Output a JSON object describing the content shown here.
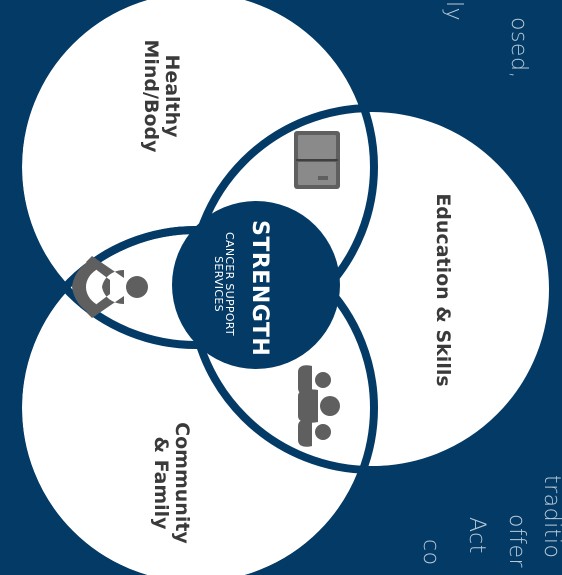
{
  "background_color": "#033a66",
  "circle_color": "#ffffff",
  "icon_color": "#5f5f5f",
  "circles": {
    "top": {
      "label_line1": "Healthy",
      "label_line2": "Mind/Body",
      "icon": "meditation-person-icon"
    },
    "right": {
      "label": "Education & Skills",
      "icon": "book-icon"
    },
    "bottom": {
      "label_line1": "Community",
      "label_line2": "& Family",
      "icon": "group-of-people-icon"
    }
  },
  "center": {
    "title": "STRENGTH",
    "subtitle_line1": "CANCER SUPPORT",
    "subtitle_line2": "SERVICES"
  },
  "background_text": {
    "top_fragment_1": "osed,",
    "top_fragment_2": "ly",
    "bottom_fragment_1": "traditio",
    "bottom_fragment_2": "offer",
    "bottom_fragment_3": "Act",
    "bottom_fragment_4": "co"
  }
}
